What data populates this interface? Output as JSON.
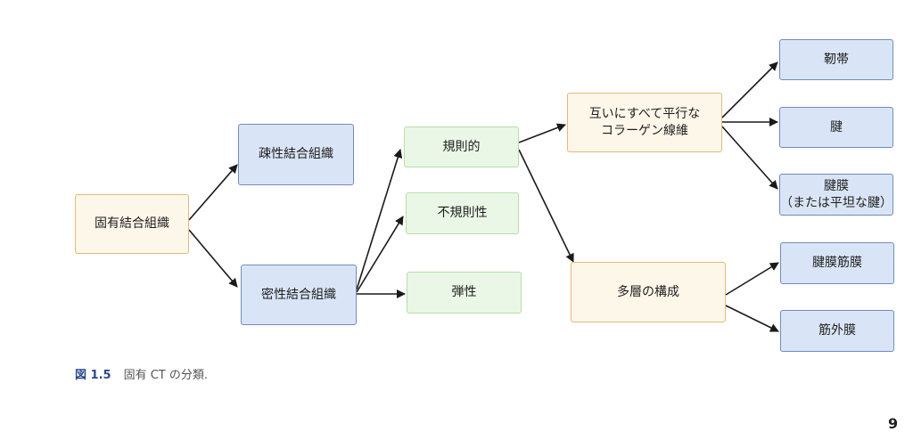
{
  "nodes": {
    "koyu": "固有結合組織",
    "sosei": "疎性結合組織",
    "missei": "密性結合組織",
    "kisokuteki": "規則的",
    "fukisokusei": "不規則性",
    "dansei": "弾性",
    "heikou_line1": "互いにすべて平行な",
    "heikou_line2": "コラーゲン線維",
    "tasou": "多層の構成",
    "jintai": "靭帯",
    "ken": "腱",
    "kenmaku_line1": "腱膜",
    "kenmaku_line2": "（または平坦な腱）",
    "kenmaku_kinmaku": "腱膜筋膜",
    "kingaimaku": "筋外膜"
  },
  "caption": {
    "figure": "図 1.5",
    "text": "固有 CT の分類."
  },
  "page_number": "9",
  "colors": {
    "orange_border": "#e5b87a",
    "blue_border": "#6f8cbf",
    "green_border": "#b5dfa8",
    "arrow": "#1a1a1a"
  }
}
